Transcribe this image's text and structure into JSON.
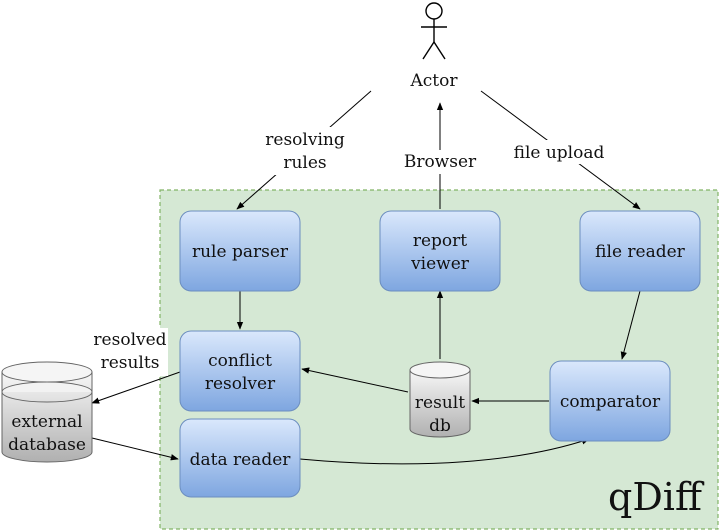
{
  "actor": {
    "label": "Actor"
  },
  "boundary": {
    "label": "qDiff"
  },
  "nodes": {
    "rule_parser": {
      "label": "rule parser"
    },
    "report_viewer": {
      "line1": "report",
      "line2": "viewer"
    },
    "file_reader": {
      "label": "file reader"
    },
    "conflict_resolver": {
      "line1": "conflict",
      "line2": "resolver"
    },
    "data_reader": {
      "label": "data reader"
    },
    "comparator": {
      "label": "comparator"
    },
    "result_db": {
      "line1": "result",
      "line2": "db"
    },
    "external_database": {
      "line1": "external",
      "line2": "database"
    }
  },
  "edges": {
    "resolving_rules": {
      "line1": "resolving",
      "line2": "rules"
    },
    "browser": {
      "label": "Browser"
    },
    "file_upload": {
      "label": "file upload"
    },
    "resolved_results": {
      "line1": "resolved",
      "line2": "results"
    }
  },
  "colors": {
    "boundary_fill": "#d5e8d4",
    "boundary_stroke": "#82b366",
    "node_fill_top": "#dae8fc",
    "node_fill_bottom": "#7ea6e0",
    "node_stroke": "#6c8ebf",
    "cylinder_fill_top": "#f5f5f5",
    "cylinder_fill_bottom": "#b3b3b3",
    "cylinder_stroke": "#666666"
  }
}
